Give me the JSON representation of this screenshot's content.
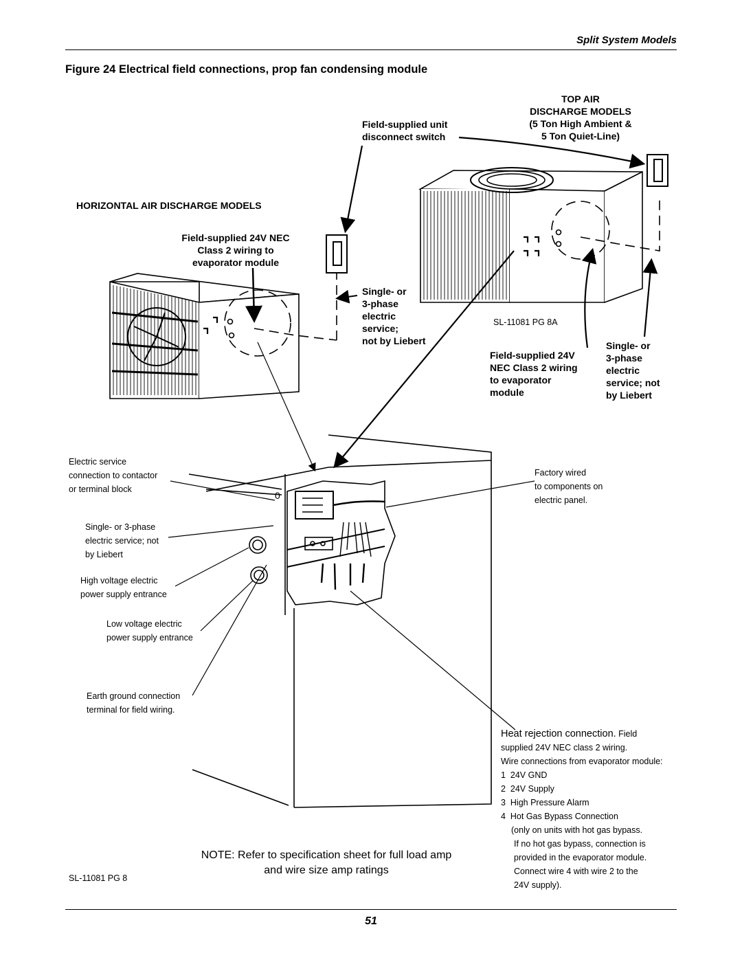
{
  "header": {
    "section": "Split System Models"
  },
  "figure": {
    "title": "Figure 24  Electrical field connections, prop fan condensing module"
  },
  "labels": {
    "top_air": [
      "TOP AIR",
      "DISCHARGE MODELS",
      "(5 Ton High Ambient &",
      "5 Ton Quiet-Line)"
    ],
    "disconnect": [
      "Field-supplied unit",
      "disconnect switch"
    ],
    "horizontal": "HORIZONTAL AIR DISCHARGE MODELS",
    "field24_left": [
      "Field-supplied 24V NEC",
      "Class 2 wiring to",
      "evaporator module"
    ],
    "service_mid": [
      "Single- or",
      "3-phase",
      "electric",
      "service;",
      "not by Liebert"
    ],
    "sl_8a": "SL-11081 PG 8A",
    "field24_right": [
      "Field-supplied 24V",
      "NEC Class 2 wiring",
      "to evaporator",
      "module"
    ],
    "service_right": [
      "Single- or",
      "3-phase",
      "electric",
      "service; not",
      "by Liebert"
    ],
    "electric_service_conn": [
      "Electric service",
      "connection to contactor",
      "or terminal block"
    ],
    "service_left": [
      "Single- or 3-phase",
      "electric service; not",
      "by Liebert"
    ],
    "high_voltage": [
      "High voltage electric",
      "power supply entrance"
    ],
    "low_voltage": [
      "Low voltage electric",
      "power supply entrance"
    ],
    "earth_ground": [
      "Earth  ground connection",
      "terminal for field wiring."
    ],
    "factory_wired": [
      "Factory wired",
      "to components on",
      "electric panel."
    ],
    "heat_rejection": {
      "lead": "Heat rejection connection.",
      "lead_tail": " Field",
      "line2": "supplied 24V NEC class 2 wiring.",
      "line3": "Wire connections from evaporator module:",
      "items": [
        {
          "num": "1",
          "text": "24V GND"
        },
        {
          "num": "2",
          "text": "24V Supply"
        },
        {
          "num": "3",
          "text": "High Pressure Alarm"
        },
        {
          "num": "4",
          "text": "Hot Gas Bypass Connection"
        }
      ],
      "footnote": [
        "(only on units with hot gas bypass.",
        "If no hot gas bypass, connection is",
        "provided in the evaporator module.",
        "Connect wire 4 with wire 2 to the",
        "24V supply)."
      ]
    },
    "note": [
      "NOTE: Refer to specification sheet for full load amp",
      "and wire size amp ratings"
    ],
    "sl_8": "SL-11081 PG 8"
  },
  "page_number": "51"
}
